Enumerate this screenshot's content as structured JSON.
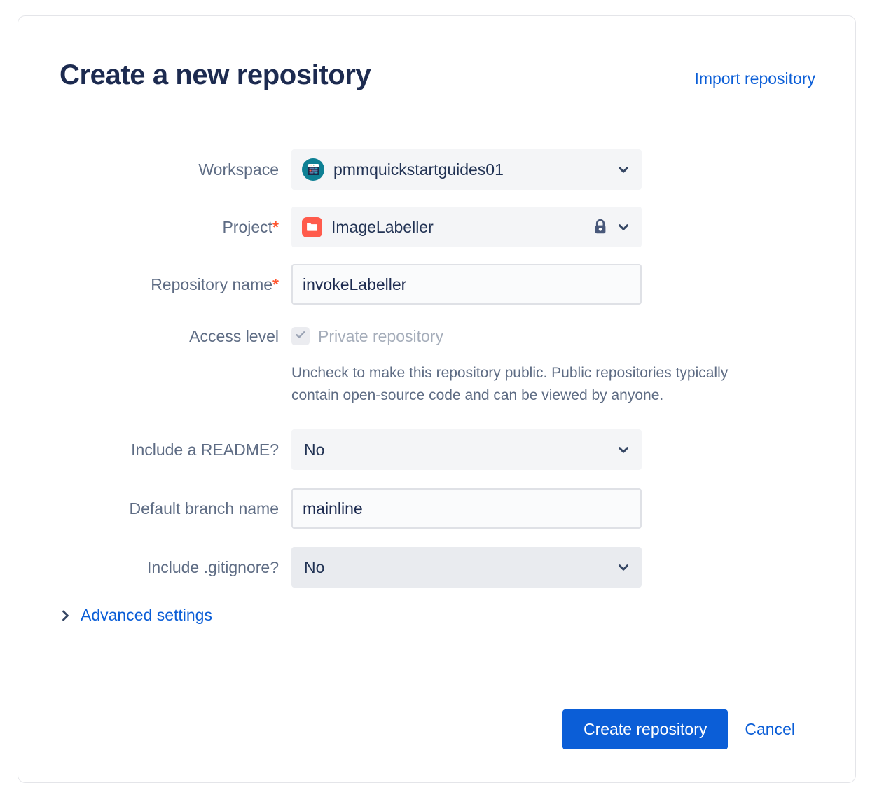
{
  "header": {
    "title": "Create a new repository",
    "import_link": "Import repository"
  },
  "form": {
    "workspace": {
      "label": "Workspace",
      "value": "pmmquickstartguides01",
      "avatar_icon": "workspace-avatar-icon",
      "chevron_icon": "chevron-down-icon"
    },
    "project": {
      "label": "Project",
      "required_marker": "*",
      "value": "ImageLabeller",
      "avatar_icon": "project-folder-icon",
      "lock_icon": "lock-icon",
      "chevron_icon": "chevron-down-icon"
    },
    "repository_name": {
      "label": "Repository name",
      "required_marker": "*",
      "value": "invokeLabeller",
      "placeholder": ""
    },
    "access_level": {
      "label": "Access level",
      "checkbox_label": "Private repository",
      "checked": "true",
      "check_icon": "checkmark-icon",
      "help_text": "Uncheck to make this repository public. Public repositories typically contain open-source code and can be viewed by anyone."
    },
    "include_readme": {
      "label": "Include a README?",
      "value": "No",
      "chevron_icon": "chevron-down-icon"
    },
    "default_branch": {
      "label": "Default branch name",
      "value": "mainline",
      "placeholder": ""
    },
    "include_gitignore": {
      "label": "Include .gitignore?",
      "value": "No",
      "chevron_icon": "chevron-down-icon"
    },
    "advanced_settings": {
      "label": "Advanced settings",
      "chevron_icon": "chevron-right-icon"
    }
  },
  "actions": {
    "submit_label": "Create repository",
    "cancel_label": "Cancel"
  },
  "colors": {
    "accent_blue": "#0b5ed7",
    "title_navy": "#1d2b50",
    "label_grey": "#5e6c84",
    "required_red": "#ff5630",
    "project_icon_red": "#ff5b4c",
    "workspace_avatar_teal": "#0e8094",
    "field_bg": "#f4f5f7"
  }
}
